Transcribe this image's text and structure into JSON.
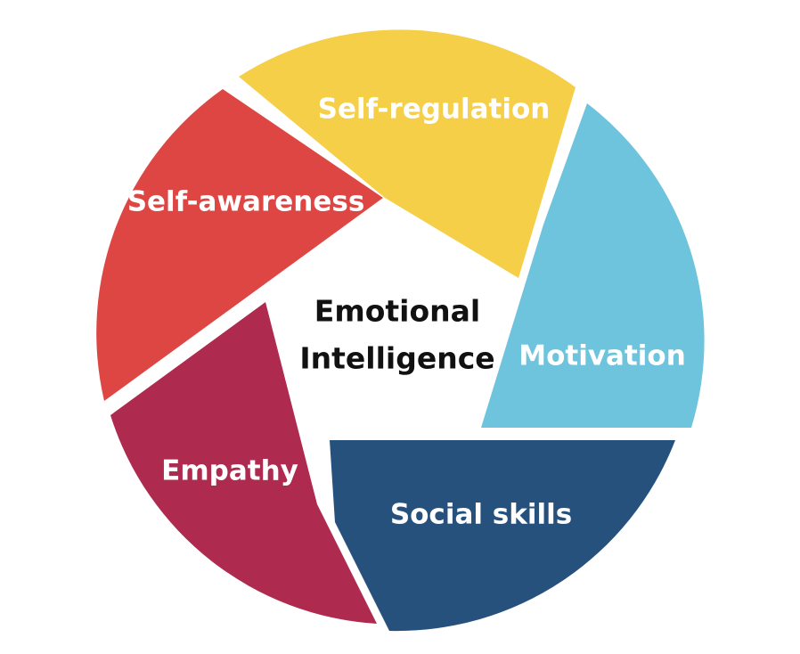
{
  "center": {
    "line1": "Emotional",
    "line2": "Intelligence"
  },
  "segments": [
    {
      "label": "Self-regulation",
      "color": "#f5cf47"
    },
    {
      "label": "Motivation",
      "color": "#6ec3dd"
    },
    {
      "label": "Social skills",
      "color": "#27517d"
    },
    {
      "label": "Empathy",
      "color": "#ae2a4f"
    },
    {
      "label": "Self-awareness",
      "color": "#de4644"
    }
  ]
}
